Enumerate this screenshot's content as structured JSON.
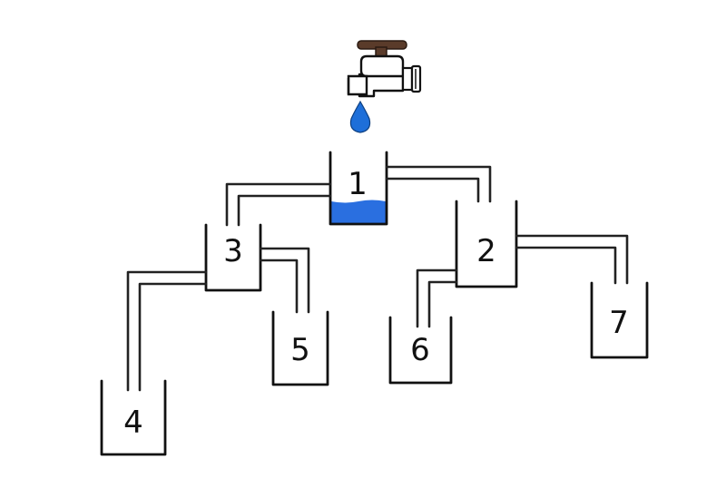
{
  "containers": [
    {
      "id": "c1",
      "label": "1"
    },
    {
      "id": "c2",
      "label": "2"
    },
    {
      "id": "c3",
      "label": "3"
    },
    {
      "id": "c4",
      "label": "4"
    },
    {
      "id": "c5",
      "label": "5"
    },
    {
      "id": "c6",
      "label": "6"
    },
    {
      "id": "c7",
      "label": "7"
    }
  ],
  "colors": {
    "water": "#2a6fe0",
    "drop": "#1e6fd9",
    "tap_handle": "#5a3b2a",
    "outline": "#111111"
  },
  "icons": {
    "tap": "water-tap-icon",
    "drop": "water-drop-icon"
  }
}
